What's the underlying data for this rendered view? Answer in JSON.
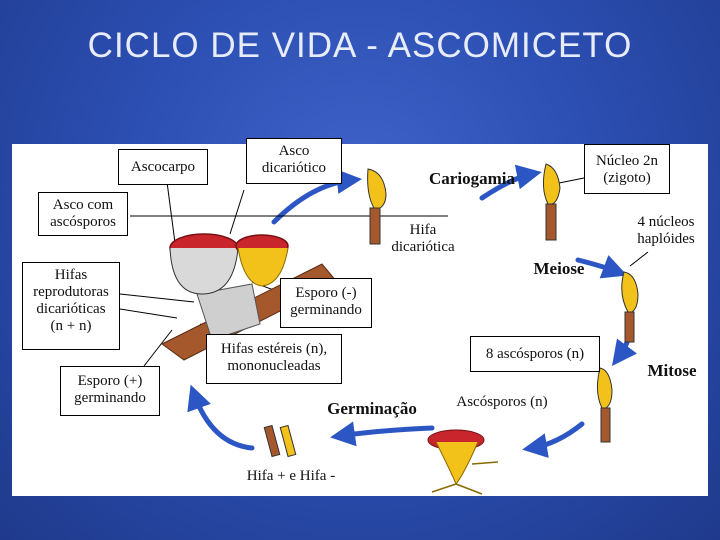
{
  "title": "CICLO DE VIDA - ASCOMICETO",
  "labels": {
    "ascocarpo": "Ascocarpo",
    "asco_dicariotico_1": "Asco",
    "asco_dicariotico_2": "dicariótico",
    "cariogamia": "Cariogamia",
    "nucleo_2n_1": "Núcleo 2n",
    "nucleo_2n_2": "(zigoto)",
    "asco_ascosporos_1": "Asco com",
    "asco_ascosporos_2": "ascósporos",
    "hifa_dicariotica_1": "Hifa",
    "hifa_dicariotica_2": "dicariótica",
    "quatro_nucleos_1": "4 núcleos",
    "quatro_nucleos_2": "haplóides",
    "hifas_reprodutoras_1": "Hifas",
    "hifas_reprodutoras_2": "reprodutoras",
    "hifas_reprodutoras_3": "dicarióticas",
    "hifas_reprodutoras_4": "(n + n)",
    "meiose": "Meiose",
    "esporo_neg_1": "Esporo (-)",
    "esporo_neg_2": "germinando",
    "hifas_estereis_1": "Hifas estéreis (n),",
    "hifas_estereis_2": "mononucleadas",
    "oito_ascosporos": "8 ascósporos (n)",
    "mitose": "Mitose",
    "esporo_pos_1": "Esporo (+)",
    "esporo_pos_2": "germinando",
    "germinacao": "Germinação",
    "ascosporos_n": "Ascósporos (n)",
    "hifa_pm": "Hifa + e Hifa -"
  },
  "colors": {
    "background": "#2c4fb3",
    "arrow": "#2b56c4",
    "ascocarp_red": "#c8252c",
    "ascus_yellow": "#f2c21b",
    "hypha_brown": "#a4582c"
  }
}
